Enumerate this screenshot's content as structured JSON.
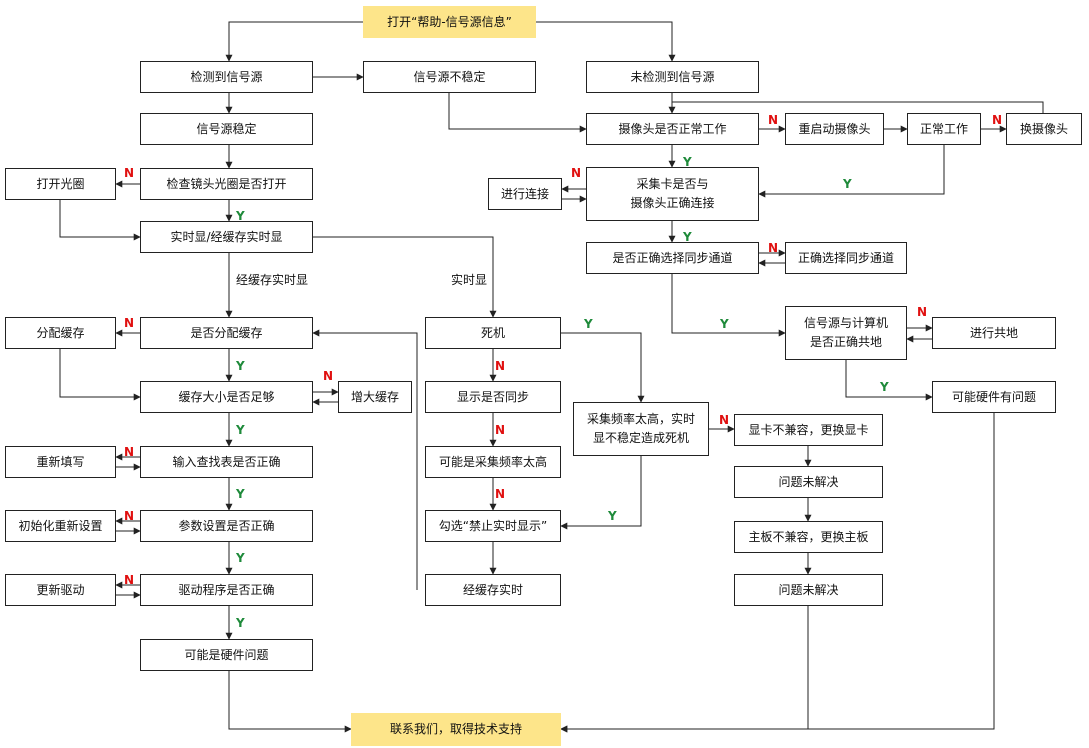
{
  "nodes": {
    "start": "打开“帮助-信号源信息”",
    "detected": "检测到信号源",
    "unstable": "信号源不稳定",
    "not_detected": "未检测到信号源",
    "stable": "信号源稳定",
    "camera_ok": "摄像头是否正常工作",
    "restart_camera": "重启动摄像头",
    "works": "正常工作",
    "replace_camera": "换摄像头",
    "open_aperture": "打开光圈",
    "check_aperture": "检查镜头光圈是否打开",
    "connect": "进行连接",
    "capture_connected": "采集卡是否与\n摄像头正确连接",
    "realtime": "实时显/经缓存实时显",
    "sync_channel": "是否正确选择同步通道",
    "select_sync": "正确选择同步通道",
    "alloc_buffer": "分配缓存",
    "is_alloc": "是否分配缓存",
    "dead": "死机",
    "share_ground_q": "信号源与计算机\n是否正确共地",
    "share_ground": "进行共地",
    "buffer_enough": "缓存大小是否足够",
    "increase_buffer": "增大缓存",
    "display_sync": "显示是否同步",
    "hw_problem_maybe": "可能硬件有问题",
    "freq_crash": "采集频率太高，实时\n显不稳定造成死机",
    "gpu_incompat": "显卡不兼容，更换显卡",
    "refill": "重新填写",
    "lookup_table": "输入查找表是否正确",
    "freq_too_high": "可能是采集频率太高",
    "unsolved1": "问题未解决",
    "init_reset": "初始化重新设置",
    "params": "参数设置是否正确",
    "disable_realtime": "勾选“禁止实时显示”",
    "mobo_incompat": "主板不兼容，更换主板",
    "update_driver": "更新驱动",
    "driver_ok": "驱动程序是否正确",
    "buffered_realtime": "经缓存实时",
    "unsolved2": "问题未解决",
    "hw_problem": "可能是硬件问题",
    "contact": "联系我们，取得技术支持"
  },
  "labels": {
    "buffered_path": "经缓存实时显",
    "realtime_path": "实时显",
    "yes": "Y",
    "no": "N"
  },
  "colors": {
    "highlight": "#fde58a",
    "yes": "#1e8a3a",
    "no": "#e01010",
    "line": "#222222"
  }
}
